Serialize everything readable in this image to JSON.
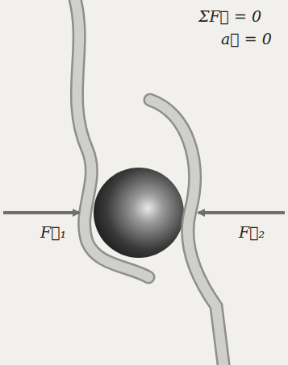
{
  "diagram": {
    "labels": [
      "ΣF⃗ = 0",
      "a⃗ = 0",
      "F⃗₁",
      "F⃗₂"
    ]
  }
}
